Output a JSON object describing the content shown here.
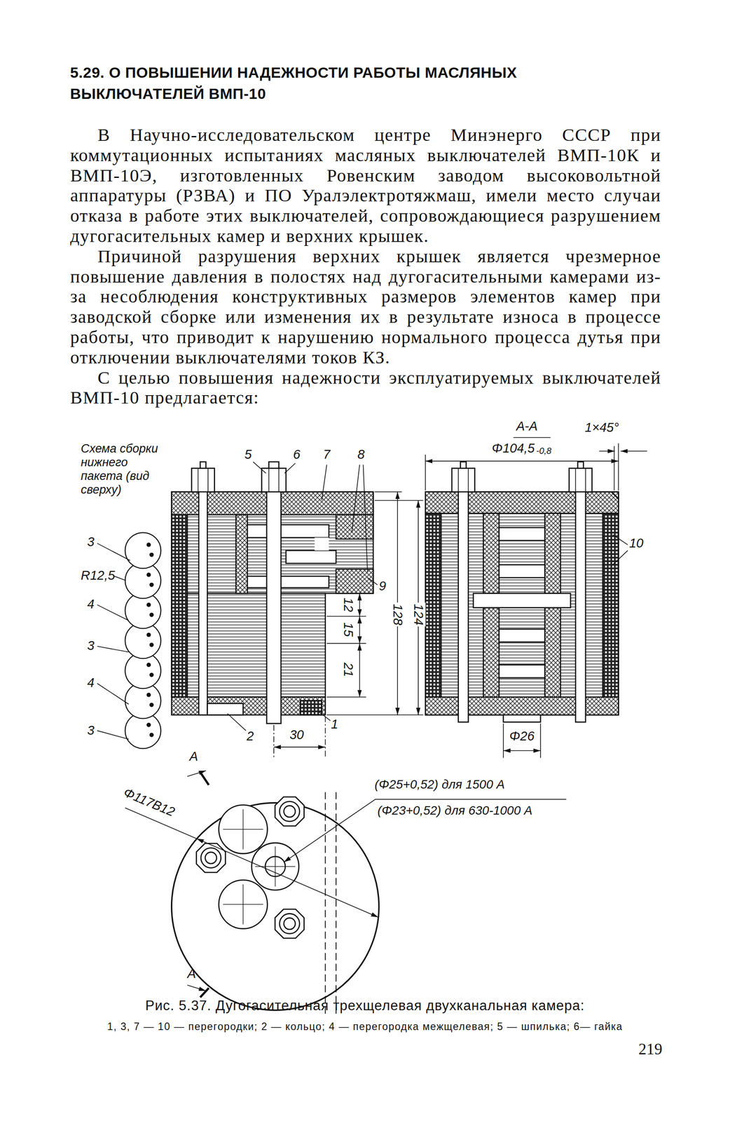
{
  "diagram": {
    "title": "5.29. О ПОВЫШЕНИИ НАДЕЖНОСТИ РАБОТЫ МАСЛЯНЫХ ВЫКЛЮЧАТЕЛЕЙ ВМП-10",
    "caption": "Рис. 5.37. Дугогасительная трехщелевая двухканальная камера:",
    "labels": [
      "В Научно-исследовательском центре Минэнерго СССР при коммутационных испытаниях масляных выключателей ВМП-10К и ВМП-10Э, изготовленных Ровенским заводом высоковольтной аппаратуры (РЗВА) и ПО Уралэлектротяжмаш, имели место случаи отказа в работе этих выключателей, сопровождающиеся разрушением дугогасительных камер и верхних крышек.",
      "Причиной разрушения верхних крышек является чрезмерное повышение давления в полостях над дугогасительными камерами из-за несоблюдения конструктивных размеров элементов камер при заводской сборке или изменения их в результате износа в процессе работы, что приводит к нарушению нормального процесса дутья при отключении выключателями токов КЗ.",
      "С целью повышения надежности эксплуатируемых выключателей ВМП-10 предлагается:",
      "Схема сборки нижнего пакета (вид сверху)",
      "3",
      "R12,5",
      "4",
      "3",
      "4",
      "3",
      "5",
      "6",
      "7",
      "8",
      "9",
      "12",
      "15",
      "21",
      "128",
      "124",
      "1",
      "2",
      "30",
      "А-А",
      "1×45°",
      "Φ104,5",
      "-0,8",
      "10",
      "Φ26",
      "А",
      "А",
      "Φ117В12",
      "(Φ25+0,52) для 1500 А",
      "(Φ23+0,52) для 630-1000 А",
      "1, 3, 7 — 10 — перегородки; 2 — кольцо; 4 — перегородка межщелевая; 5 — шпилька; 6— гайка",
      "219"
    ]
  }
}
